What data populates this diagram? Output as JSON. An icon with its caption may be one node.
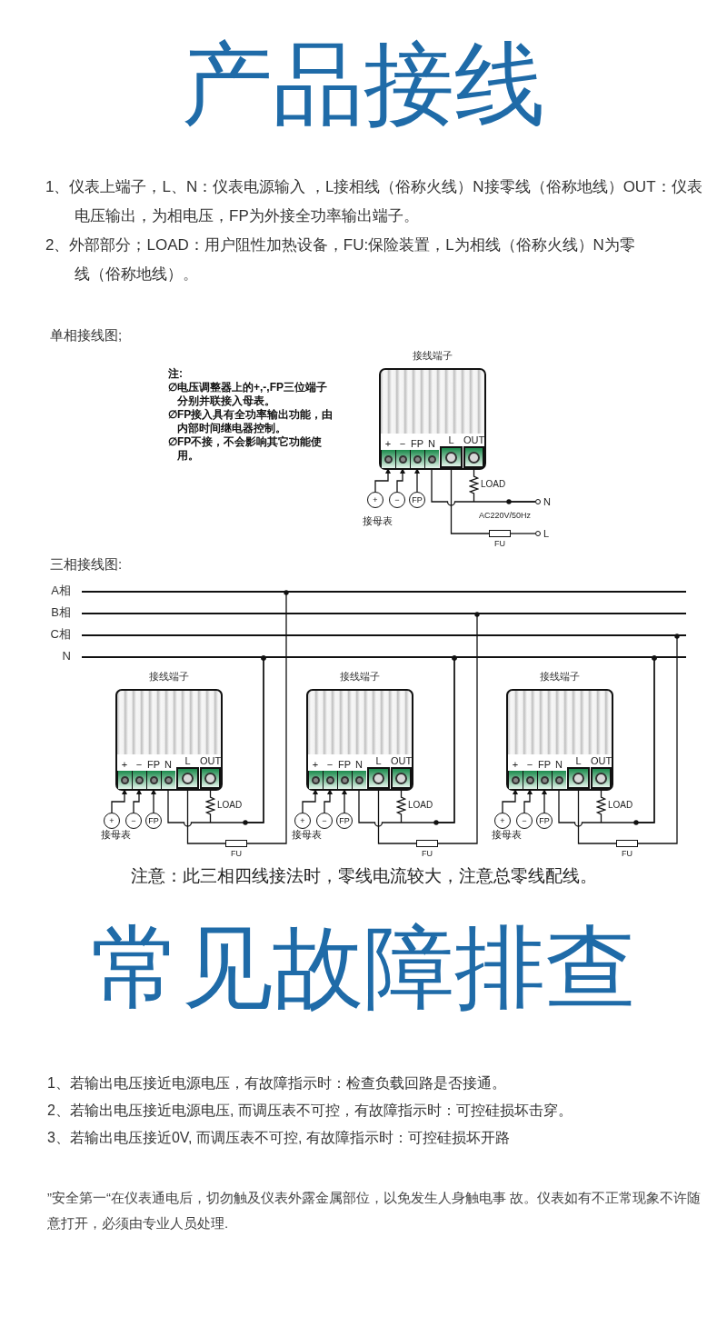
{
  "diagram": {
    "title": "产品接线",
    "nodes": [
      {
        "text": [
          "接线端子"
        ]
      },
      {
        "text": [
          "+"
        ],
        "in": 0
      },
      {
        "text": [
          "−"
        ],
        "in": 0
      },
      {
        "text": [
          "FP"
        ],
        "in": 0
      },
      {
        "text": [
          "N"
        ],
        "in": 0
      },
      {
        "text": [
          "L"
        ],
        "in": 0
      },
      {
        "text": [
          "OUT"
        ],
        "in": 0
      },
      {
        "text": [
          "+"
        ]
      },
      {
        "text": [
          "−"
        ]
      },
      {
        "text": [
          "FP"
        ]
      },
      {
        "text": [
          "LOAD"
        ]
      },
      {
        "text": [
          "FU"
        ]
      },
      {
        "text": [
          "N"
        ]
      },
      {
        "text": [
          "L"
        ]
      },
      {
        "text": [],
        "shape": "bar",
        "beside": [
          "A相"
        ]
      },
      {
        "text": [],
        "shape": "bar",
        "beside": [
          "B相"
        ]
      },
      {
        "text": [],
        "shape": "bar",
        "beside": [
          "C相"
        ]
      },
      {
        "text": [],
        "shape": "bar",
        "beside": [
          "N"
        ]
      },
      {
        "text": [
          "接线端子"
        ]
      },
      {
        "text": [
          "+"
        ],
        "in": 18
      },
      {
        "text": [
          "−"
        ],
        "in": 18
      },
      {
        "text": [
          "FP"
        ],
        "in": 18
      },
      {
        "text": [
          "N"
        ],
        "in": 18
      },
      {
        "text": [
          "L"
        ],
        "in": 18
      },
      {
        "text": [
          "OUT"
        ],
        "in": 18
      },
      {
        "text": [
          "+"
        ]
      },
      {
        "text": [
          "−"
        ]
      },
      {
        "text": [
          "FP"
        ]
      },
      {
        "text": [
          "LOAD"
        ]
      },
      {
        "text": [
          "FU"
        ]
      },
      {
        "text": [
          "接线端子"
        ]
      },
      {
        "text": [
          "+"
        ],
        "in": 30
      },
      {
        "text": [
          "−"
        ],
        "in": 30
      },
      {
        "text": [
          "FP"
        ],
        "in": 30
      },
      {
        "text": [
          "N"
        ],
        "in": 30
      },
      {
        "text": [
          "L"
        ],
        "in": 30
      },
      {
        "text": [
          "OUT"
        ],
        "in": 30
      },
      {
        "text": [
          "+"
        ]
      },
      {
        "text": [
          "−"
        ]
      },
      {
        "text": [
          "FP"
        ]
      },
      {
        "text": [
          "LOAD"
        ]
      },
      {
        "text": [
          "FU"
        ]
      },
      {
        "text": [
          "接线端子"
        ]
      },
      {
        "text": [
          "+"
        ],
        "in": 42
      },
      {
        "text": [
          "−"
        ],
        "in": 42
      },
      {
        "text": [
          "FP"
        ],
        "in": 42
      },
      {
        "text": [
          "N"
        ],
        "in": 42
      },
      {
        "text": [
          "L"
        ],
        "in": 42
      },
      {
        "text": [
          "OUT"
        ],
        "in": 42
      },
      {
        "text": [
          "+"
        ]
      },
      {
        "text": [
          "−"
        ]
      },
      {
        "text": [
          "FP"
        ]
      },
      {
        "text": [
          "LOAD"
        ]
      },
      {
        "text": [
          "FU"
        ]
      }
    ],
    "edges": [
      {
        "from": 7,
        "to": 1,
        "arrow": "to"
      },
      {
        "from": 8,
        "to": 2,
        "arrow": "to"
      },
      {
        "from": 9,
        "to": 3,
        "arrow": "to"
      },
      {
        "from": 4,
        "to": 12,
        "arrow": "none"
      },
      {
        "from": 6,
        "to": 10,
        "arrow": "none"
      },
      {
        "from": 10,
        "to": 12,
        "arrow": "other"
      },
      {
        "from": 5,
        "to": 11,
        "arrow": "none"
      },
      {
        "from": 11,
        "to": 13,
        "arrow": "none"
      },
      {
        "from": 25,
        "to": 19,
        "arrow": "to"
      },
      {
        "from": 26,
        "to": 20,
        "arrow": "to"
      },
      {
        "from": 27,
        "to": 21,
        "arrow": "to"
      },
      {
        "from": 22,
        "to": 17,
        "arrow": "other"
      },
      {
        "from": 24,
        "to": 28,
        "arrow": "none"
      },
      {
        "from": 28,
        "to": 17,
        "arrow": "other"
      },
      {
        "from": 23,
        "to": 29,
        "arrow": "none"
      },
      {
        "from": 29,
        "to": 14,
        "arrow": "other"
      },
      {
        "from": 37,
        "to": 31,
        "arrow": "to"
      },
      {
        "from": 38,
        "to": 32,
        "arrow": "to"
      },
      {
        "from": 39,
        "to": 33,
        "arrow": "to"
      },
      {
        "from": 34,
        "to": 17,
        "arrow": "other"
      },
      {
        "from": 36,
        "to": 40,
        "arrow": "none"
      },
      {
        "from": 40,
        "to": 17,
        "arrow": "other"
      },
      {
        "from": 35,
        "to": 41,
        "arrow": "none"
      },
      {
        "from": 41,
        "to": 15,
        "arrow": "other"
      },
      {
        "from": 49,
        "to": 43,
        "arrow": "to"
      },
      {
        "from": 50,
        "to": 44,
        "arrow": "to"
      },
      {
        "from": 51,
        "to": 45,
        "arrow": "to"
      },
      {
        "from": 46,
        "to": 17,
        "arrow": "other"
      },
      {
        "from": 48,
        "to": 52,
        "arrow": "none"
      },
      {
        "from": 52,
        "to": 17,
        "arrow": "other"
      },
      {
        "from": 47,
        "to": 53,
        "arrow": "none"
      },
      {
        "from": 53,
        "to": 16,
        "arrow": "other"
      }
    ],
    "labels": [
      "1、仪表上端子，L、N：仪表电源输入 ，L接相线（俗称火线）N接零线（俗称地线）OUT：仪表电压输出，为相电压，FP为外接全功率输出端子。",
      "2、外部部分；LOAD：用户阻性加热设备，FU:保险装置，L为相线（俗称火线）N为零线（俗称地线）。",
      "单相接线图;",
      "注:",
      "∅电压调整器上的+,-,FP三位端子分别并联接入母表。",
      "∅FP接入具有全功率输出功能，由内部时间继电器控制。",
      "∅FP不接，不会影响其它功能使用。",
      "AC220V/50Hz",
      "接母表",
      "三相接线图:",
      "接母表",
      "接母表",
      "接母表",
      "注意：此三相四线接法时，零线电流较大，注意总零线配线。",
      "常见故障排查",
      "1、若输出电压接近电源电压，有故障指示时：检查负载回路是否接通。",
      "2、若输出电压接近电源电压, 而调压表不可控，有故障指示时：可控硅损坏击穿。",
      "3、若输出电压接近0V, 而调压表不可控, 有故障指示时：可控硅损坏开路",
      "”安全第一“在仪表通电后，切勿触及仪表外露金属部位，以免发生人身触电事 故。仪表如有不正常现象不许随意打开，必须由专业人员处理."
    ]
  }
}
